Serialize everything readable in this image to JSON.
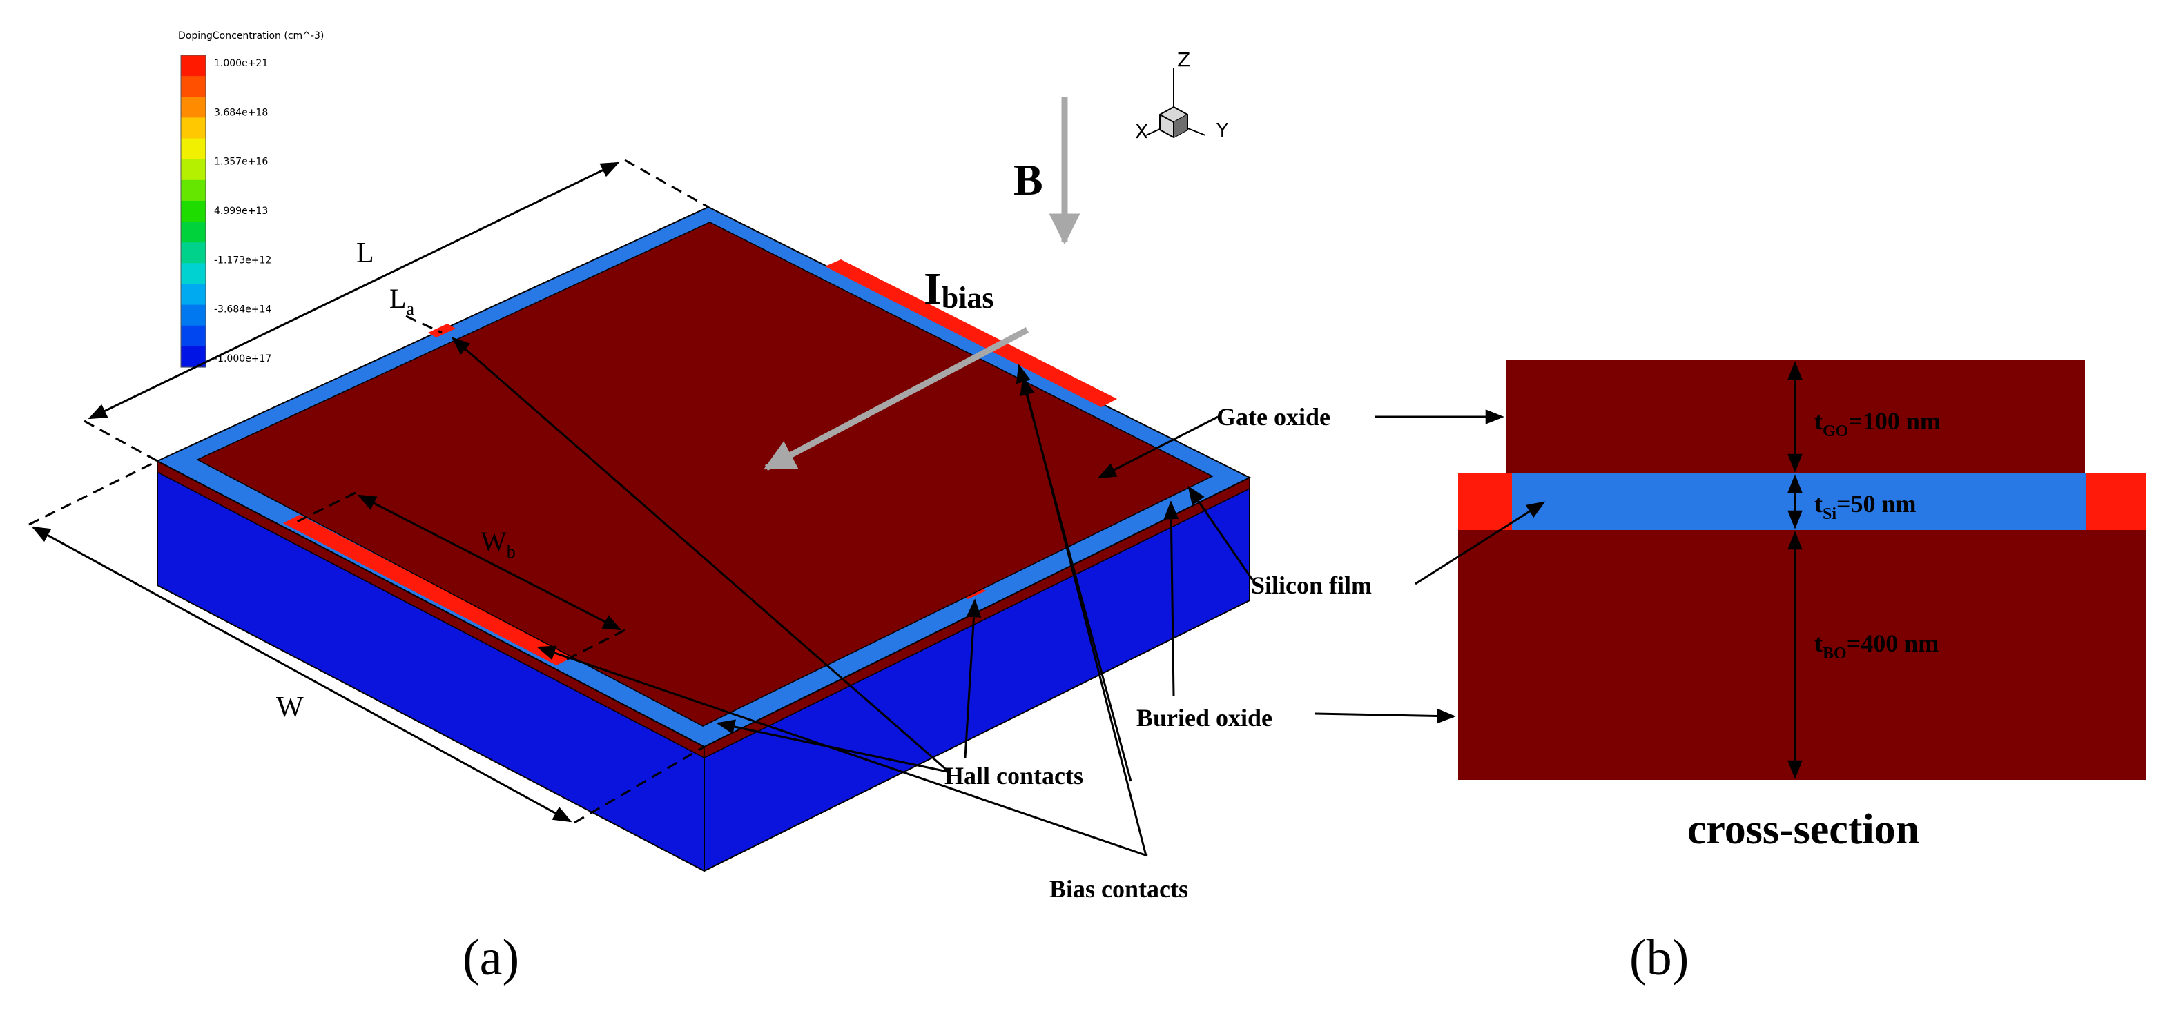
{
  "legend": {
    "title": "DopingConcentration (cm^-3)",
    "ticks": [
      "1.000e+21",
      "3.684e+18",
      "1.357e+16",
      "4.999e+13",
      "-1.173e+12",
      "-3.684e+14",
      "-1.000e+17"
    ],
    "colors": [
      "#ff1a00",
      "#ff5000",
      "#ff8c00",
      "#ffc800",
      "#f0f000",
      "#b4f000",
      "#64e600",
      "#1edc00",
      "#00d23c",
      "#00d28c",
      "#00d2d2",
      "#00aaf0",
      "#0078f0",
      "#0046f0",
      "#0014e6"
    ]
  },
  "axes": {
    "z": "Z",
    "x": "X",
    "y": "Y"
  },
  "labels": {
    "b_field": "B",
    "ibias_main": "I",
    "ibias_sub": "bias",
    "dim_L": "L",
    "dim_La_main": "L",
    "dim_La_sub": "a",
    "dim_Wb_main": "W",
    "dim_Wb_sub": "b",
    "dim_W": "W",
    "gate_oxide": "Gate oxide",
    "silicon_film": "Silicon film",
    "buried_oxide": "Buried oxide",
    "hall_contacts": "Hall contacts",
    "bias_contacts": "Bias contacts",
    "panel_a": "(a)",
    "panel_b": "(b)",
    "cross_section": "cross-section"
  },
  "cross_section_dims": {
    "tgo_main": "t",
    "tgo_sub": "GO",
    "tgo_value": "=100 nm",
    "tsi_main": "t",
    "tsi_sub": "Si",
    "tsi_value": "=50 nm",
    "tbo_main": "t",
    "tbo_sub": "BO",
    "tbo_value": "=400 nm"
  },
  "colors": {
    "oxide": "#7a0000",
    "silicon": "#2878e6",
    "contact": "#ff1a0a",
    "substrate": "#0a14dc",
    "arrow_gray": "#a8a8a8"
  }
}
